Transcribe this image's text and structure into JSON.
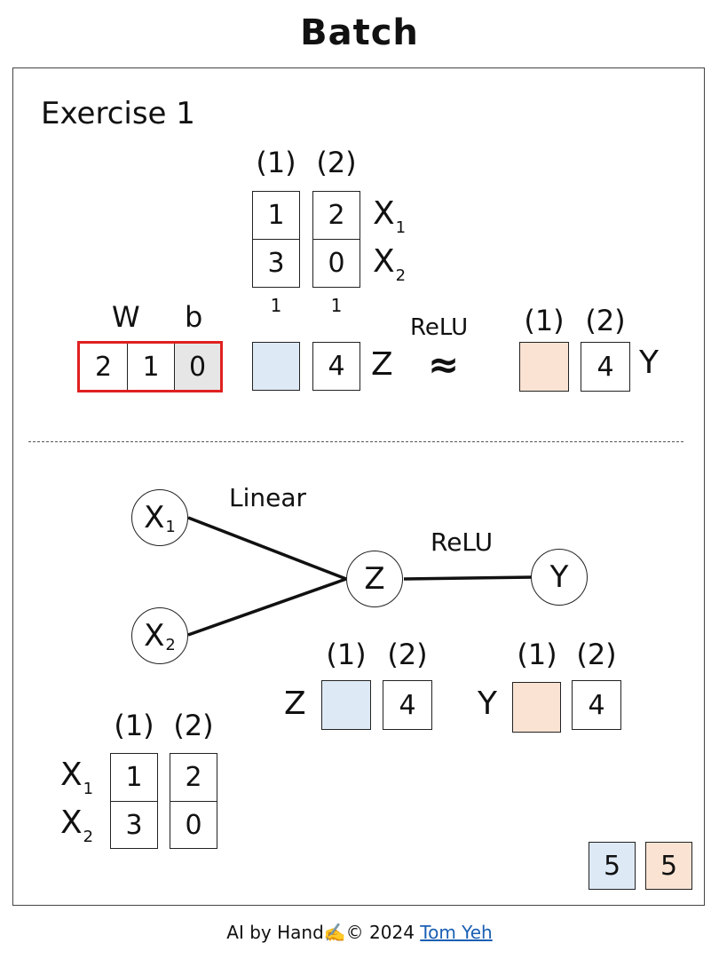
{
  "title": "Batch",
  "exercise": "Exercise 1",
  "top": {
    "col1": "(1)",
    "col2": "(2)",
    "x_values": [
      [
        "1",
        "2"
      ],
      [
        "3",
        "0"
      ]
    ],
    "x1_label": "X",
    "x1_sub": "1",
    "x2_label": "X",
    "x2_sub": "2",
    "ones": [
      "1",
      "1"
    ],
    "w_label": "W",
    "b_label": "b",
    "w_values": [
      "2",
      "1"
    ],
    "b_value": "0",
    "z_values": [
      "",
      "4"
    ],
    "z_label": "Z",
    "relu_label": "ReLU",
    "approx": "≈",
    "y_col1": "(1)",
    "y_col2": "(2)",
    "y_values": [
      "",
      "4"
    ],
    "y_label": "Y"
  },
  "network": {
    "x1_label": "X",
    "x1_sub": "1",
    "x2_label": "X",
    "x2_sub": "2",
    "z_label": "Z",
    "y_label": "Y",
    "linear_label": "Linear",
    "relu_label": "ReLU"
  },
  "bottom": {
    "z_col1": "(1)",
    "z_col2": "(2)",
    "z_label": "Z",
    "z_values": [
      "",
      "4"
    ],
    "y_col1": "(1)",
    "y_col2": "(2)",
    "y_label": "Y",
    "y_values": [
      "",
      "4"
    ],
    "x_col1": "(1)",
    "x_col2": "(2)",
    "x1_label": "X",
    "x1_sub": "1",
    "x2_label": "X",
    "x2_sub": "2",
    "x_values": [
      [
        "1",
        "2"
      ],
      [
        "3",
        "0"
      ]
    ]
  },
  "answers": {
    "blue": "5",
    "peach": "5"
  },
  "footer": {
    "text": "AI by Hand✍️©  2024 ",
    "link": "Tom Yeh"
  },
  "colors": {
    "blue_fill": "#dde9f5",
    "peach_fill": "#fae3d3",
    "w_border": "#e02020",
    "link": "#1a5fb4"
  }
}
